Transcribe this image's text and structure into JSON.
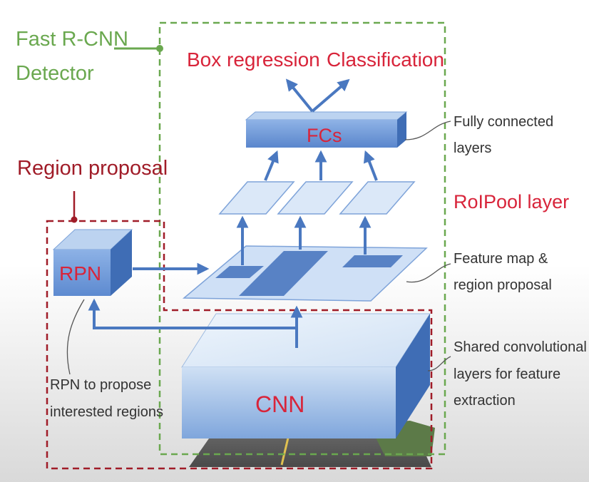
{
  "labels": {
    "fast_rcnn_line1": "Fast R-CNN",
    "fast_rcnn_line2": "Detector",
    "region_proposal": "Region proposal",
    "box_regression": "Box regression",
    "classification": "Classification",
    "fcs": "FCs",
    "fully_connected_line1": "Fully connected",
    "fully_connected_line2": "layers",
    "roipool": "RoIPool layer",
    "rpn": "RPN",
    "feature_map_line1": "Feature map &",
    "feature_map_line2": "region proposal",
    "cnn": "CNN",
    "shared_conv_line1": "Shared convolutional",
    "shared_conv_line2": "layers for feature",
    "shared_conv_line3": "extraction",
    "rpn_note_line1": "RPN to propose",
    "rpn_note_line2": "interested regions"
  },
  "colors": {
    "green": "#6aa84f",
    "dark_red": "#a01c28",
    "bright_red": "#d8243a",
    "blue": "#4a78c0",
    "box_light": "#c9dcf2",
    "box_mid": "#8fb0e0",
    "box_dark": "#3f6db5",
    "text_gray": "#333333"
  }
}
